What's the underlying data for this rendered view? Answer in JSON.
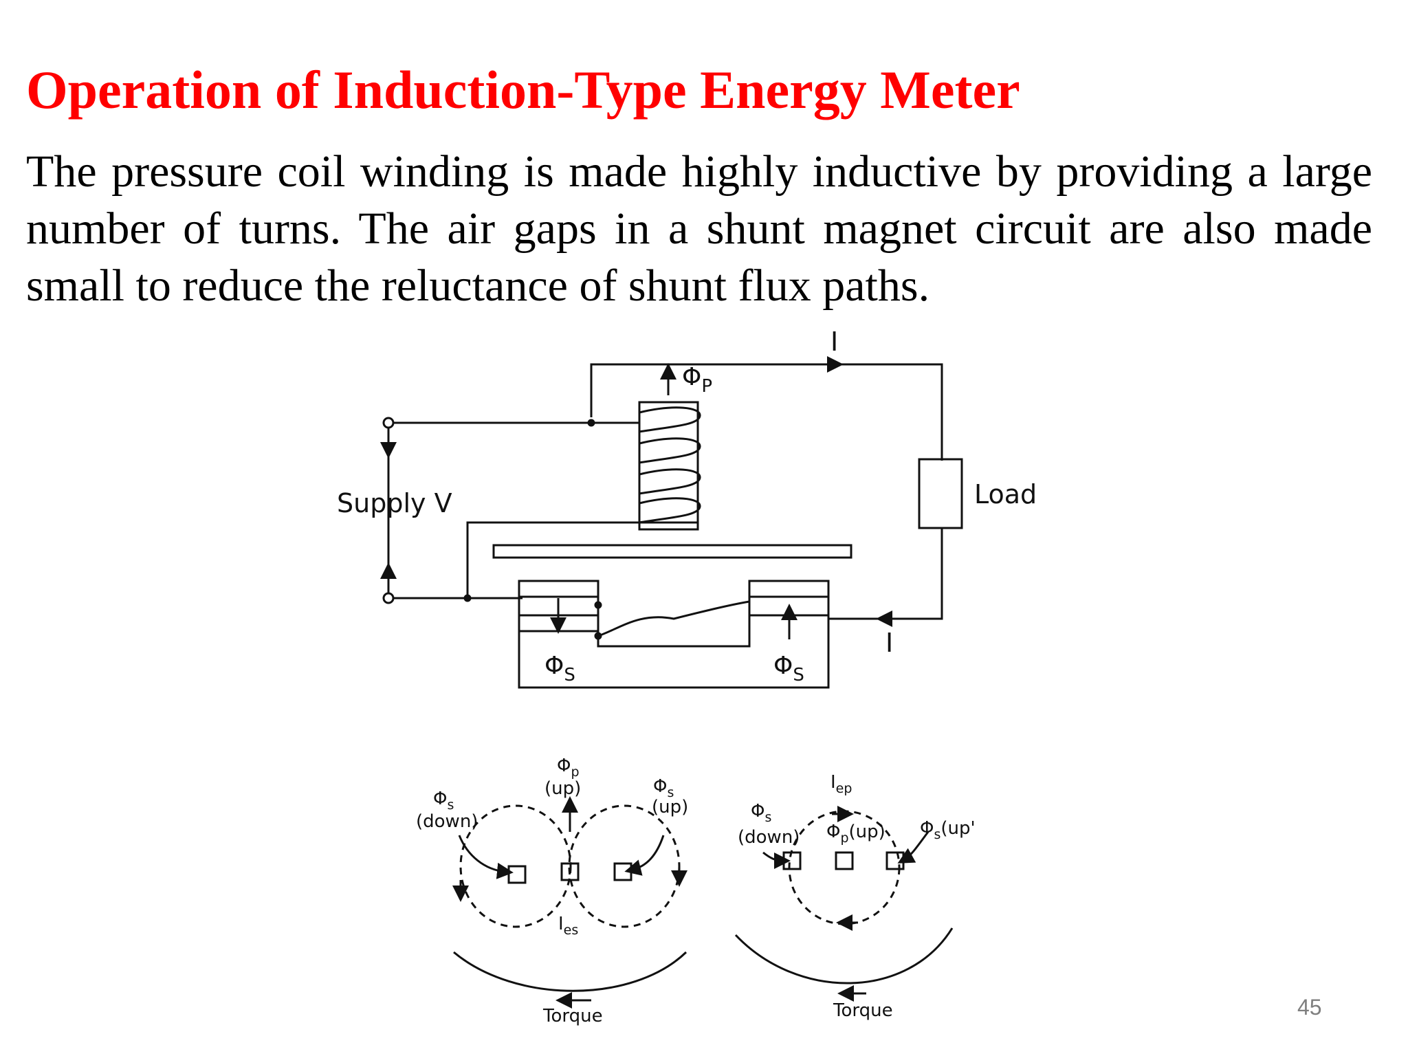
{
  "slide": {
    "title": "Operation of Induction-Type Energy  Meter",
    "body": "The pressure coil winding is made highly inductive by providing a large number of turns. The air gaps in a shunt magnet circuit are also made small to reduce the reluctance of shunt flux paths.",
    "page_number": "45"
  },
  "figure": {
    "top": {
      "current_top": "I",
      "phi_p": "Φ",
      "phi_p_sub": "P",
      "supply": "Supply V",
      "load": "Load",
      "phi_s_left": "Φ",
      "phi_s_left_sub": "S",
      "phi_s_right": "Φ",
      "phi_s_right_sub": "S",
      "current_bottom": "I"
    },
    "left": {
      "phi_s_down": "Φ",
      "phi_s_down_sub": "s",
      "down": "(down)",
      "phi_p": "Φ",
      "phi_p_sub": "p",
      "up": "(up)",
      "phi_s_up": "Φ",
      "phi_s_up_sub": "s",
      "up2": "(up)",
      "ies": "I",
      "ies_sub": "es",
      "torque": "Torque"
    },
    "right": {
      "iep": "I",
      "iep_sub": "ep",
      "phi_s_down": "Φ",
      "phi_s_down_sub": "s",
      "down": "(down)",
      "phi_p": "Φ",
      "phi_p_sub": "p",
      "phi_p_up": "(up)",
      "phi_s_up": "Φ",
      "phi_s_up_sub": "s",
      "phi_s_up_label": "(up'",
      "torque": "Torque"
    }
  }
}
